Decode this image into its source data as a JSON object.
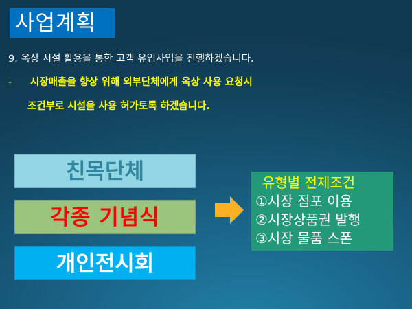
{
  "slide": {
    "title": "사업계획",
    "bullets": {
      "line1": "9. 옥상 시설 활용을 통한 고객 유입사업을 진행하겠습니다.",
      "line2_marker": "-",
      "line2": "시장매출을 향상 위해 외부단체에게 옥상 사용 요청시",
      "line3": "조건부로 시설을 사용 허가토록 하겠습니다."
    },
    "categories": [
      {
        "label": "친목단체",
        "bg": "#92d5e4",
        "color": "#31859c"
      },
      {
        "label": "각종 기념식",
        "bg": "#9bc47c",
        "color": "#ff0000"
      },
      {
        "label": "개인전시회",
        "bg": "#00b0f0",
        "color": "#ffffff"
      }
    ],
    "arrow": {
      "icon": "right-arrow-icon",
      "color": "#fbb122"
    },
    "conditions": {
      "title": "유형별 전제조건",
      "items": [
        "①시장 점포 이용",
        "②시장상품권 발행",
        "③시장 물품 스폰"
      ],
      "bg": "#23997a"
    },
    "colors": {
      "title_bg": "#0070c0",
      "highlight_text": "#ffff00"
    }
  }
}
